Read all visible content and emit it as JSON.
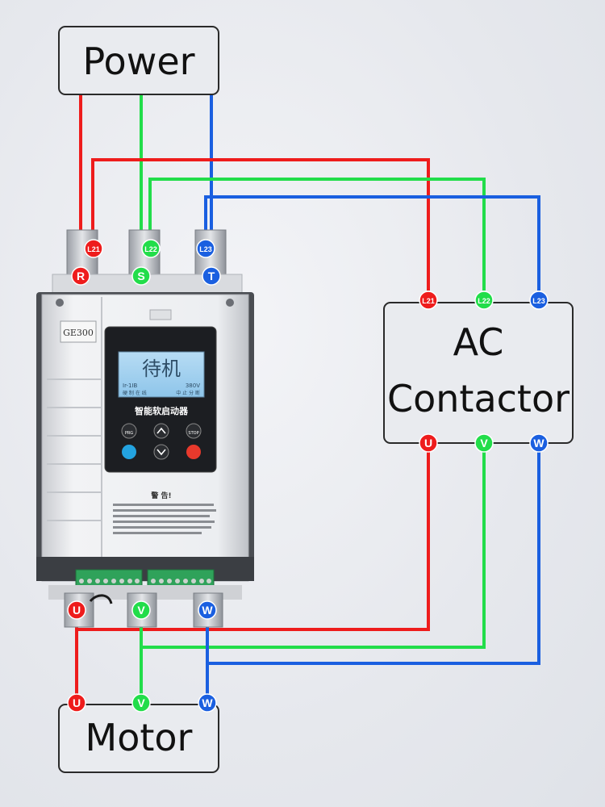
{
  "boxes": {
    "power": "Power",
    "contactor_line1": "AC",
    "contactor_line2": "Contactor",
    "motor": "Motor"
  },
  "device": {
    "model": "GE300",
    "display_main": "待机",
    "display_line1": "Ir-1IB",
    "display_line2": "380V",
    "display_sub1": "硬 制 在 线",
    "display_sub2": "中 止 分 断",
    "title": "智能软启动器",
    "warning_title": "警 告!",
    "key_prg": "PRG",
    "key_stop": "STOP"
  },
  "pins": {
    "input": [
      "R",
      "S",
      "T"
    ],
    "input_aux": [
      "L21",
      "L22",
      "L23"
    ],
    "contactor_top": [
      "L21",
      "L22",
      "L23"
    ],
    "contactor_bottom": [
      "U",
      "V",
      "W"
    ],
    "output": [
      "U",
      "V",
      "W"
    ],
    "motor": [
      "U",
      "V",
      "W"
    ]
  },
  "colors": {
    "phase1": "#ee1c1c",
    "phase2": "#22dd4a",
    "phase3": "#1a5fe0"
  }
}
